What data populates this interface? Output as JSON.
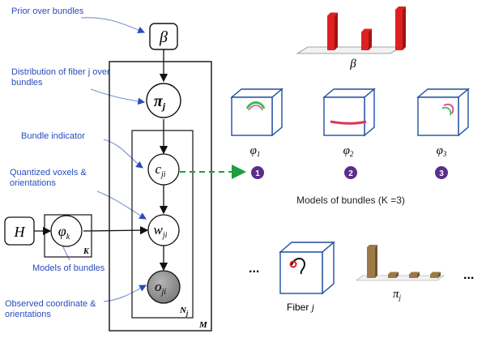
{
  "annotations": {
    "prior": "Prior over bundles",
    "distribution": "Distribution of fiber j over bundles",
    "bundle_indicator": "Bundle indicator",
    "quantized": "Quantized voxels & orientations",
    "models": "Models of bundles",
    "observed": "Observed coordinate & orientations"
  },
  "nodes": {
    "beta": "β",
    "pi_main": "π",
    "pi_sub": "j",
    "c_main": "c",
    "c_sub": "ji",
    "w_main": "w",
    "w_sub": "ji",
    "o_main": "o",
    "o_sub": "ji",
    "H": "H",
    "phi_main": "φ",
    "phi_sub": "k"
  },
  "plates": {
    "K": "K",
    "N_main": "N",
    "N_sub": "j",
    "M": "M"
  },
  "right_panel": {
    "beta_label": "β",
    "beta_bars": [
      0.85,
      0.45,
      1.0
    ],
    "phi_main": "φ",
    "cube_subs": [
      "1",
      "2",
      "3"
    ],
    "badges": [
      "1",
      "2",
      "3"
    ],
    "models_caption": "Models of bundles (K =3)",
    "ellipsis": "...",
    "fiber_label": "Fiber",
    "fiber_j": "j",
    "pi_main": "π",
    "pi_sub": "j",
    "pi_bars": [
      1.0,
      0.12,
      0.12,
      0.12
    ]
  },
  "colors": {
    "annotation": "#2a4bbd",
    "beta_bar": "#e02020",
    "badge": "#5b2d8c",
    "pi_bar": "#9b7a48",
    "dashed_arrow": "#1e9e3e",
    "observed_node": "#8a8a8a",
    "cube_edge": "#1f4fa0"
  },
  "icons": [
    "curved-arrow-icon",
    "fiber-curve-icon"
  ]
}
